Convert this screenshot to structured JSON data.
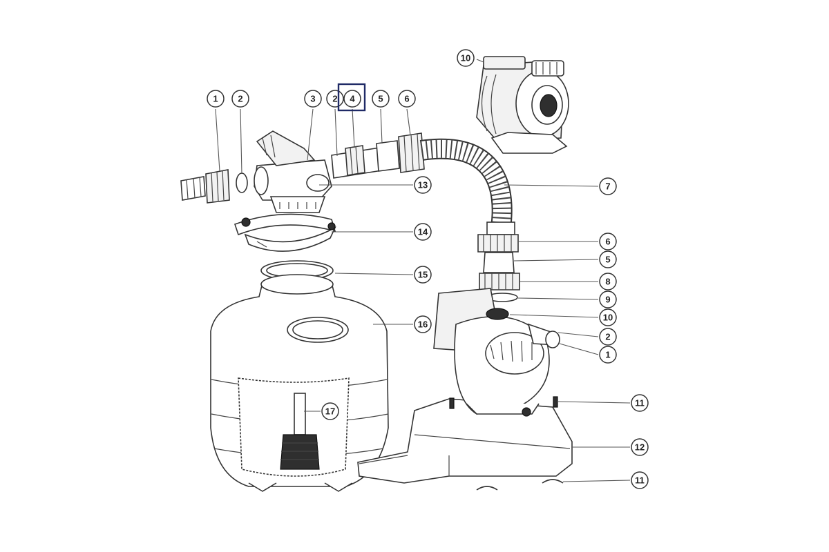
{
  "callouts": [
    {
      "id": "c1a",
      "label": "1"
    },
    {
      "id": "c2a",
      "label": "2"
    },
    {
      "id": "c3",
      "label": "3"
    },
    {
      "id": "c2b",
      "label": "2"
    },
    {
      "id": "c4",
      "label": "4",
      "highlighted": true
    },
    {
      "id": "c5a",
      "label": "5"
    },
    {
      "id": "c6a",
      "label": "6"
    },
    {
      "id": "c10a",
      "label": "10"
    },
    {
      "id": "c13",
      "label": "13"
    },
    {
      "id": "c7",
      "label": "7"
    },
    {
      "id": "c14",
      "label": "14"
    },
    {
      "id": "c6b",
      "label": "6"
    },
    {
      "id": "c5b",
      "label": "5"
    },
    {
      "id": "c15",
      "label": "15"
    },
    {
      "id": "c8",
      "label": "8"
    },
    {
      "id": "c9",
      "label": "9"
    },
    {
      "id": "c10b",
      "label": "10"
    },
    {
      "id": "c16",
      "label": "16"
    },
    {
      "id": "c2c",
      "label": "2"
    },
    {
      "id": "c1b",
      "label": "1"
    },
    {
      "id": "c17",
      "label": "17"
    },
    {
      "id": "c11a",
      "label": "11"
    },
    {
      "id": "c12",
      "label": "12"
    },
    {
      "id": "c11b",
      "label": "11"
    }
  ],
  "colors": {
    "line": "#333333",
    "highlight": "#1f2a66",
    "background": "#ffffff"
  }
}
